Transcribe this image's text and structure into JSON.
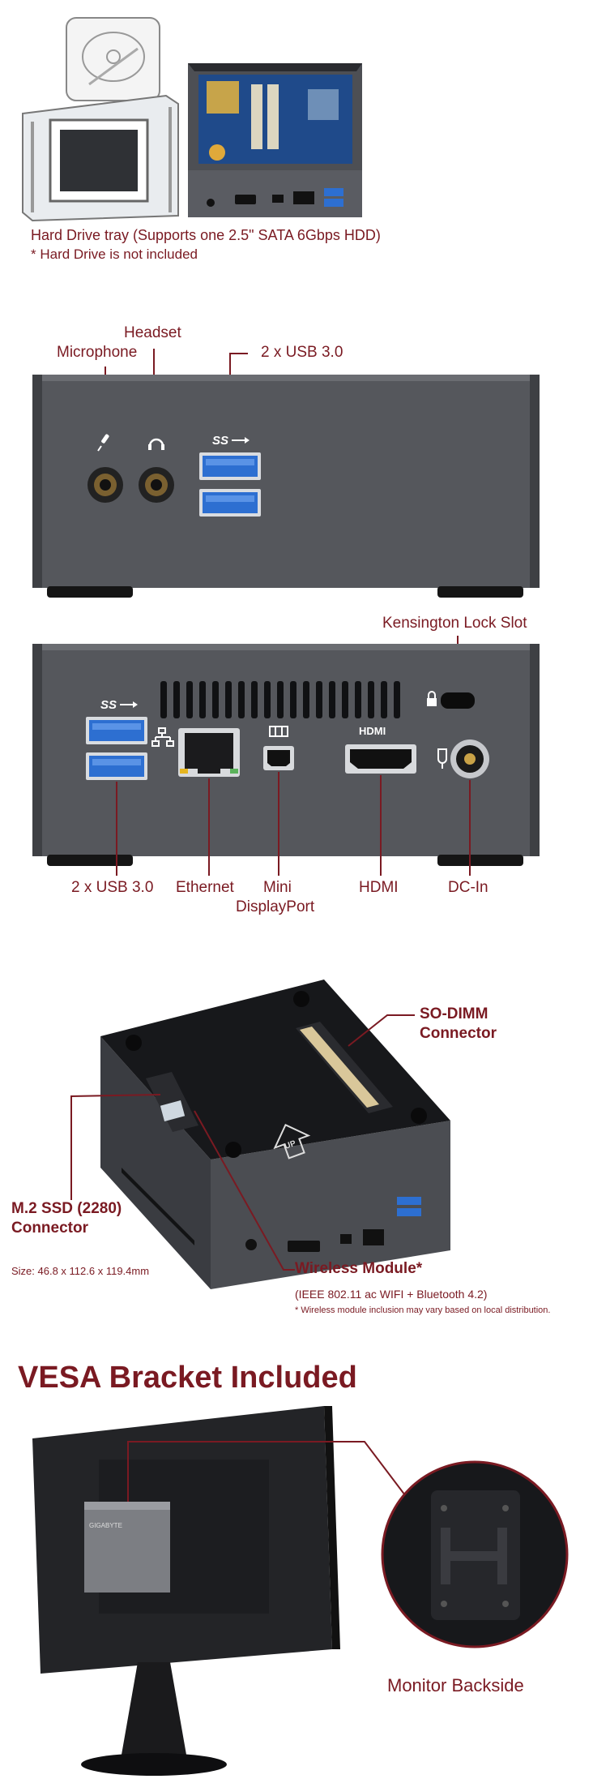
{
  "sections": {
    "hdd": {
      "caption": "Hard Drive tray (Supports one 2.5\" SATA 6Gbps HDD)",
      "note": "* Hard Drive is not included"
    },
    "front": {
      "labels": {
        "headset": "Headset",
        "microphone": "Microphone",
        "usb": "2 x USB 3.0"
      }
    },
    "rear": {
      "labels": {
        "kensington": "Kensington Lock Slot",
        "usb": "2 x USB 3.0",
        "ethernet": "Ethernet",
        "mini_dp_1": "Mini",
        "mini_dp_2": "DisplayPort",
        "hdmi": "HDMI",
        "dcin": "DC-In"
      },
      "icons": {
        "hdmi_text": "HDMI",
        "ss": "SS"
      }
    },
    "bottom": {
      "labels": {
        "sodimm_1": "SO-DIMM",
        "sodimm_2": "Connector",
        "m2_1": "M.2 SSD (2280)",
        "m2_2": "Connector",
        "size": "Size: 46.8 x 112.6 x 119.4mm",
        "wireless": "Wireless Module*",
        "wireless_spec": "(IEEE 802.11 ac WIFI + Bluetooth 4.2)",
        "wireless_note": "* Wireless module inclusion may vary based on local distribution."
      },
      "arrow_text": "UP"
    },
    "vesa": {
      "title": "VESA Bracket Included",
      "monitor_caption": "Monitor Backside",
      "brand": "GIGABYTE"
    }
  },
  "colors": {
    "accent": "#7a1a22",
    "chassis": "#55575c",
    "chassis_dark": "#2b2c30",
    "usb_blue": "#2d6fd1"
  }
}
